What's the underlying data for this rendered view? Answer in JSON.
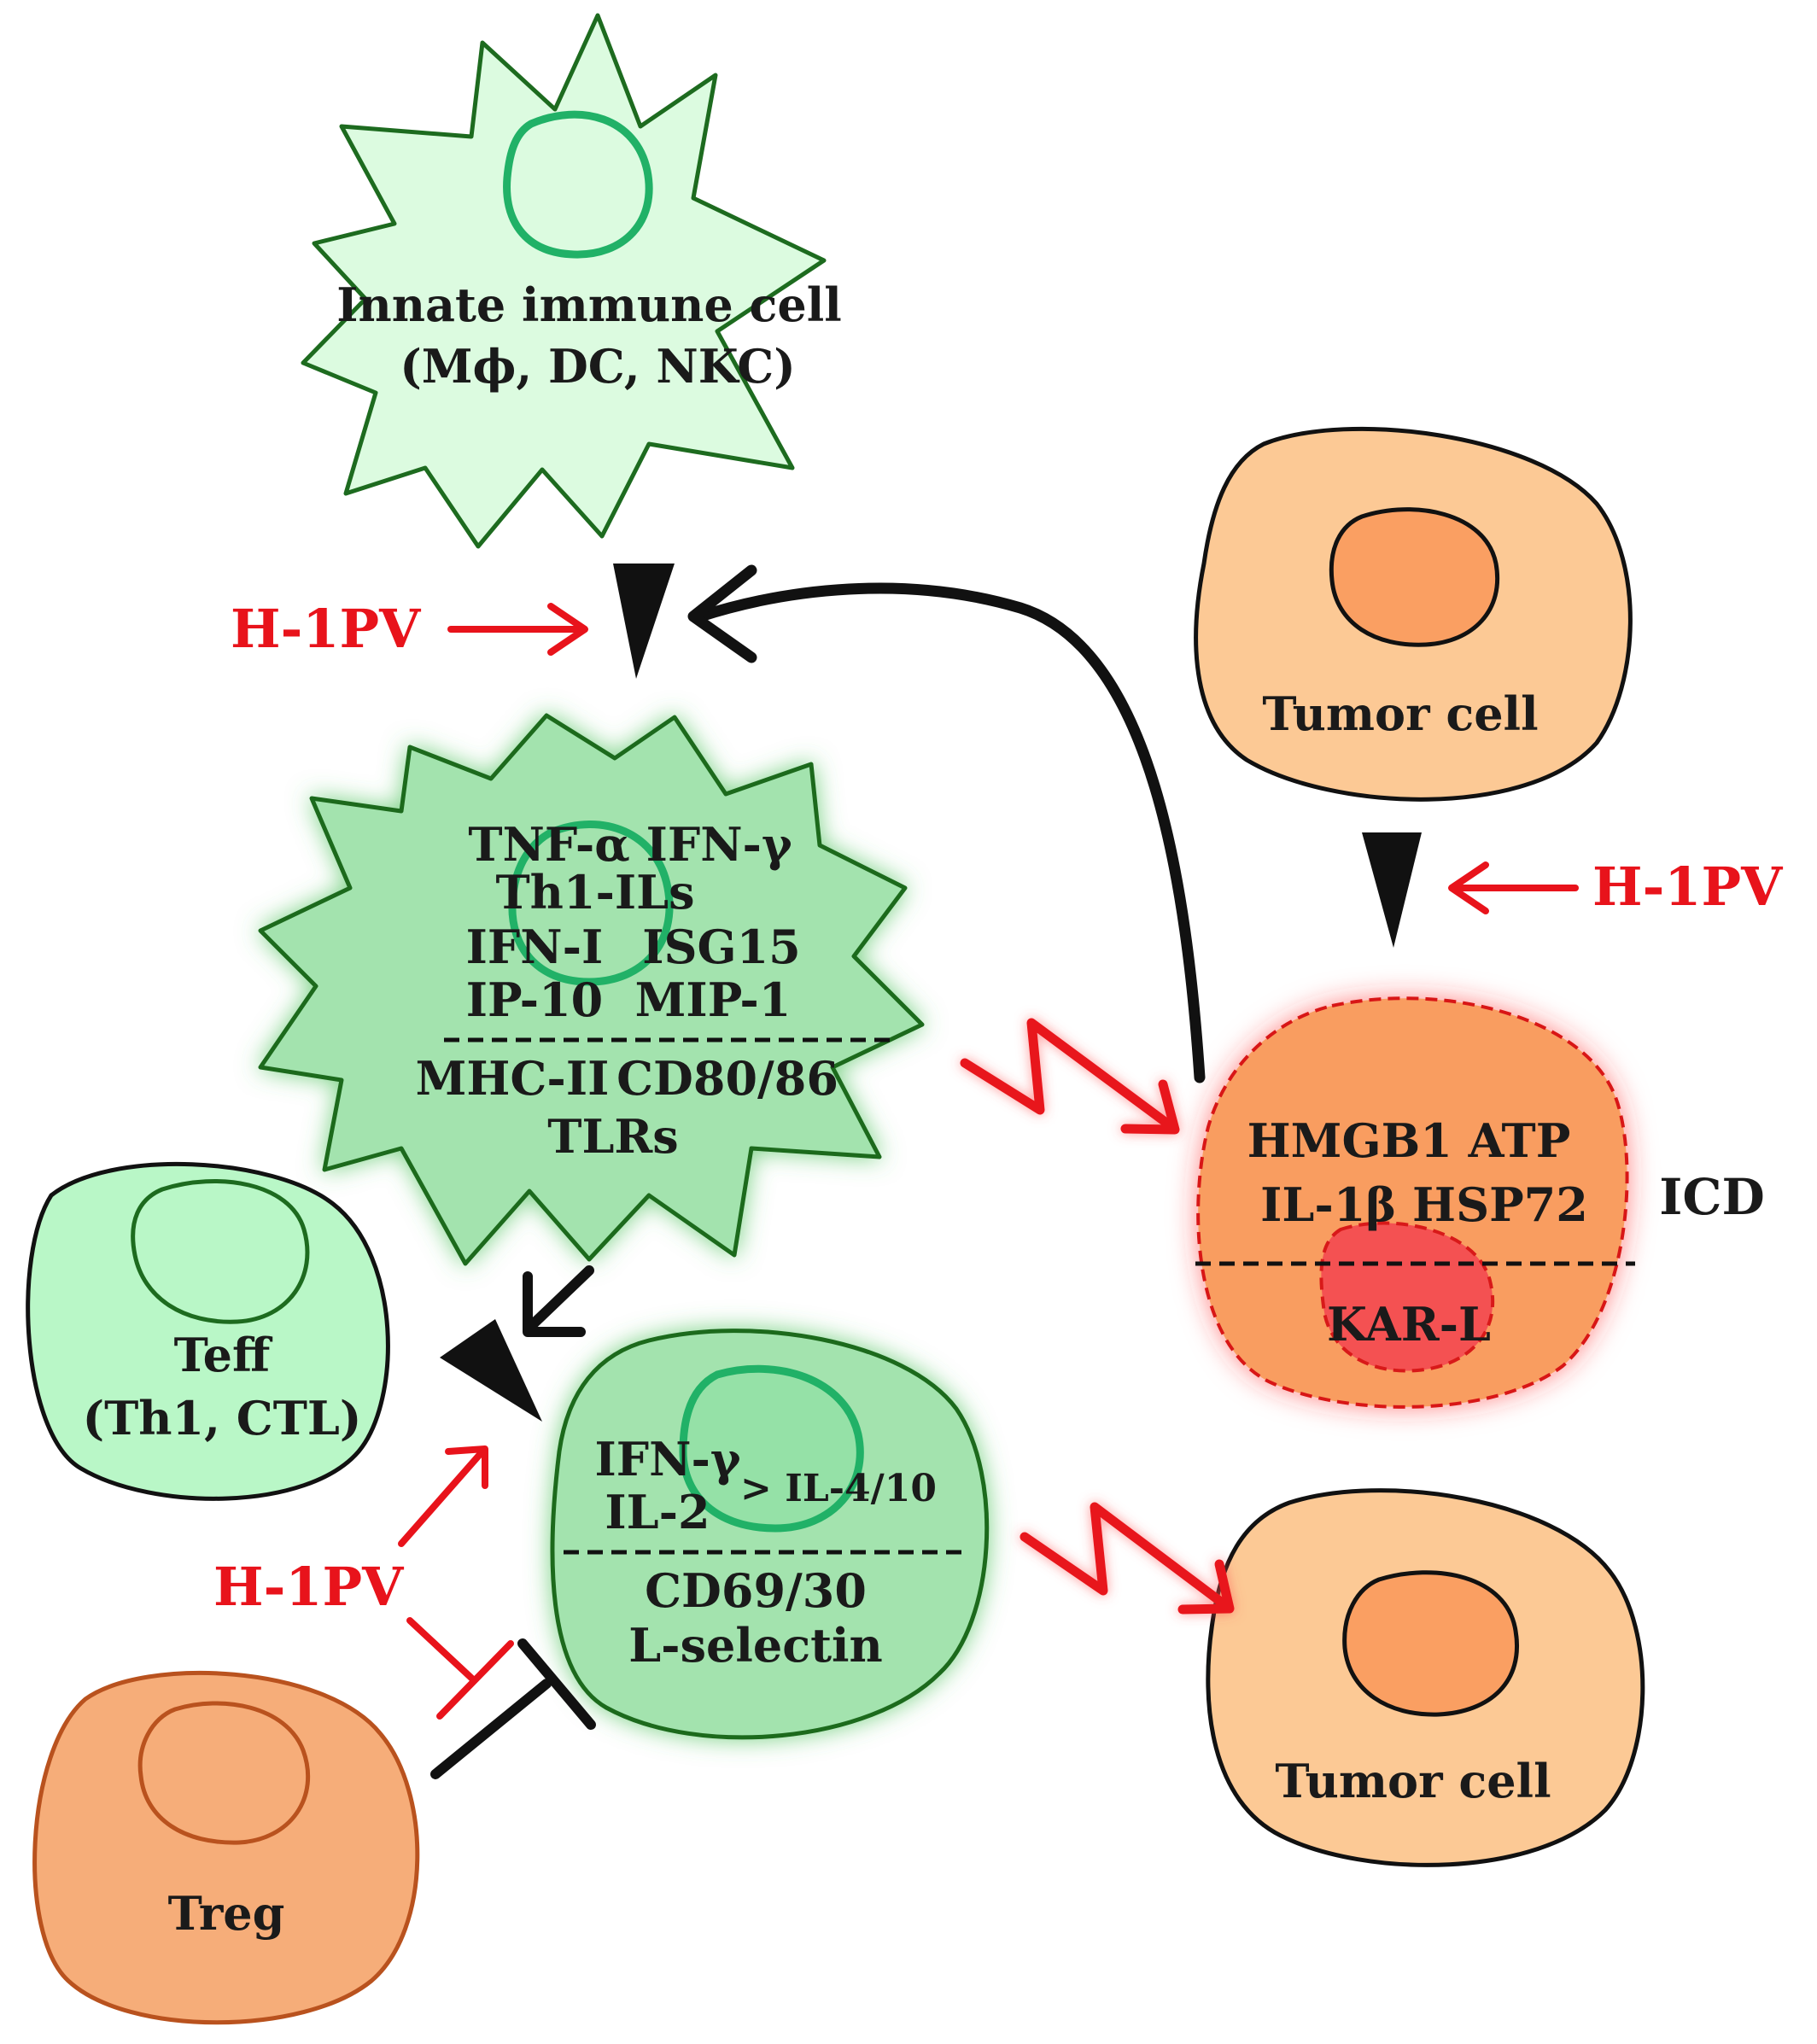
{
  "colors": {
    "innate_fill": "#dcfbe0",
    "activated_fill": "#a3e3ae",
    "cell_outline": "#1d6b1f",
    "nucleus_green": "#21b167",
    "teff_fill": "#b9f7c7",
    "tumor_fill": "#fcc995",
    "tumor_nucleus": "#fa9f62",
    "icd_fill": "#f99d61",
    "icd_nucleus": "#f45152",
    "treg_fill": "#f6ad79",
    "treg_outline": "#b9521e",
    "red_accent": "#e8131b",
    "black": "#111111"
  },
  "innate_cell": {
    "label_line1": "Innate immune cell",
    "label_line2": "(Mϕ, DC, NKC)"
  },
  "activated_innate": {
    "row1": "TNF-α IFN-γ",
    "row2": "Th1-ILs",
    "row3a": "IFN-I",
    "row3b": "ISG15",
    "row4a": "IP-10",
    "row4b": "MIP-1",
    "row5a": "MHC-II",
    "row5b": "CD80/86",
    "row6": "TLRs"
  },
  "teff_cell": {
    "label_line1": "Teff",
    "label_line2": "(Th1, CTL)"
  },
  "activated_t": {
    "row1": "IFN-γ",
    "row2": "IL-2",
    "ratio": "> IL-4/10",
    "row3": "CD69/30",
    "row4": "L-selectin"
  },
  "treg_cell": {
    "label": "Treg"
  },
  "tumor_top": {
    "label": "Tumor cell"
  },
  "tumor_bottom": {
    "label": "Tumor cell"
  },
  "icd_cell": {
    "row1": "HMGB1 ATP",
    "row2": "IL-1β HSP72",
    "row3": "KAR-L",
    "tag": "ICD"
  },
  "virus": {
    "label_top": "H-1PV",
    "label_right": "H-1PV",
    "label_bottom": "H-1PV"
  }
}
